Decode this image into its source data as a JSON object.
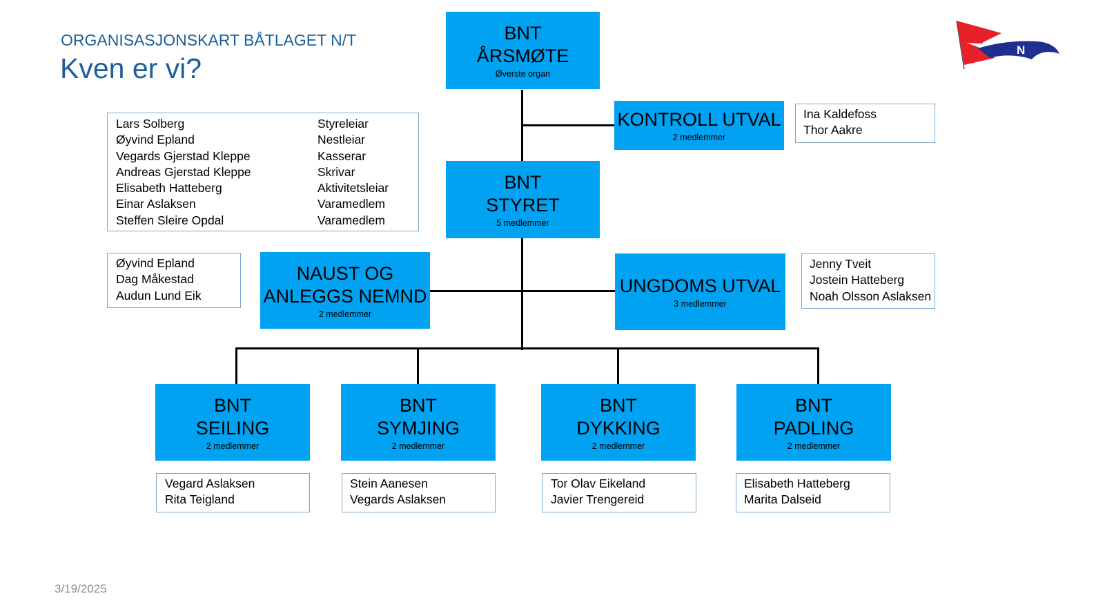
{
  "header": {
    "subtitle": "ORGANISASJONSKART BÅTLAGET N/T",
    "title": "Kven er vi?"
  },
  "footer": {
    "date": "3/19/2025"
  },
  "logo": {
    "letter": "N",
    "colors": {
      "red": "#e8202a",
      "blue": "#1f2f8f",
      "white": "#ffffff"
    }
  },
  "colors": {
    "box": "#00a2f1",
    "text_title": "#1f5f99",
    "list_border": "#7aa7cc",
    "connector": "#000000"
  },
  "nodes": {
    "arsmote": {
      "name": "BNT\nÅRSMØTE",
      "sub": "Øverste organ"
    },
    "kontroll": {
      "name": "KONTROLL UTVAL",
      "sub": "2 medlemmer"
    },
    "styret": {
      "name": "BNT\nSTYRET",
      "sub": "5 medlemmer"
    },
    "naust": {
      "name": "NAUST OG\nANLEGGS NEMND",
      "sub": "2 medlemmer"
    },
    "ungdoms": {
      "name": "UNGDOMS UTVAL",
      "sub": "3 medlemmer"
    },
    "seiling": {
      "name": "BNT\nSEILING",
      "sub": "2 medlemmer"
    },
    "symjing": {
      "name": "BNT\nSYMJING",
      "sub": "2 medlemmer"
    },
    "dykking": {
      "name": "BNT\nDYKKING",
      "sub": "2 medlemmer"
    },
    "padling": {
      "name": "BNT\nPADLING",
      "sub": "2 medlemmer"
    }
  },
  "board": {
    "members": [
      {
        "name": "Lars Solberg",
        "role": "Styreleiar"
      },
      {
        "name": "Øyvind Epland",
        "role": "Nestleiar"
      },
      {
        "name": "Vegards Gjerstad Kleppe",
        "role": "Kasserar"
      },
      {
        "name": "Andreas Gjerstad Kleppe",
        "role": "Skrivar"
      },
      {
        "name": "Elisabeth Hatteberg",
        "role": "Aktivitetsleiar"
      },
      {
        "name": "Einar Aslaksen",
        "role": "Varamedlem"
      },
      {
        "name": "Steffen Sleire Opdal",
        "role": "Varamedlem"
      }
    ]
  },
  "lists": {
    "kontroll": [
      "Ina Kaldefoss",
      "Thor Aakre"
    ],
    "naust": [
      "Øyvind Epland",
      "Dag Måkestad",
      "Audun Lund Eik"
    ],
    "ungdoms": [
      "Jenny Tveit",
      "Jostein Hatteberg",
      "Noah Olsson Aslaksen"
    ],
    "seiling": [
      "Vegard Aslaksen",
      "Rita Teigland"
    ],
    "symjing": [
      "Stein Aanesen",
      "Vegards Aslaksen"
    ],
    "dykking": [
      "Tor Olav Eikeland",
      "Javier Trengereid"
    ],
    "padling": [
      "Elisabeth Hatteberg",
      "Marita Dalseid"
    ]
  }
}
